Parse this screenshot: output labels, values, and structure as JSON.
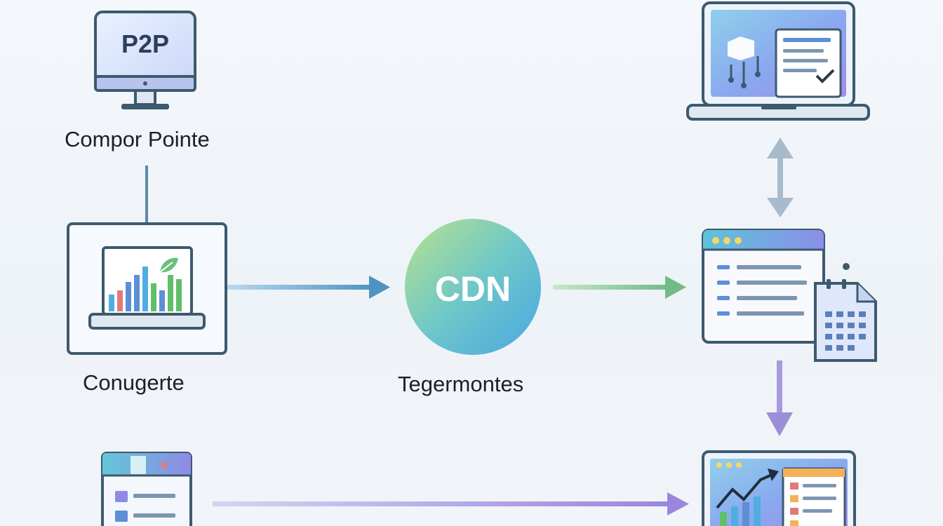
{
  "nodes": {
    "p2p_monitor": {
      "screen_text": "P2P",
      "label": "Compor Pointe"
    },
    "conugerte": {
      "label": "Conugerte"
    },
    "cdn": {
      "circle_text": "CDN",
      "label": "Tegermontes"
    }
  },
  "colors": {
    "outline": "#3d5a6e",
    "arrow_blue": "#5b9cc4",
    "arrow_green": "#7fc08c",
    "arrow_purple": "#9d8ed8",
    "arrow_grey": "#9db1c2",
    "cdn_gradient_start": "#a7dc8c",
    "cdn_gradient_end": "#4faee0",
    "bar_red": "#e07b7b",
    "bar_blue": "#5c8fd6",
    "bar_green": "#5fbf6a",
    "accent_orange": "#f3b15a"
  }
}
